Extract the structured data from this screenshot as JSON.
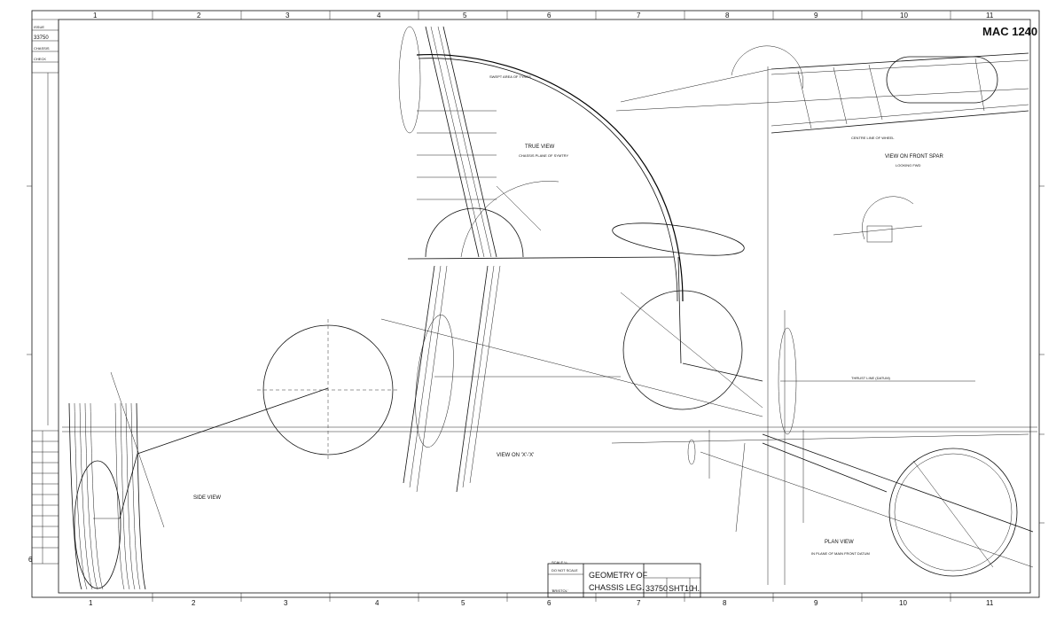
{
  "drawing_number": "MAC 1240",
  "margin_notes": {
    "top_left": [
      "ISSUE",
      "33750",
      "CHASSIS",
      "CHECK"
    ],
    "left_code": "6"
  },
  "zone_numbers_top": [
    "1",
    "2",
    "3",
    "4",
    "5",
    "6",
    "7",
    "8",
    "9",
    "10",
    "11"
  ],
  "zone_numbers_bottom": [
    "1",
    "2",
    "3",
    "4",
    "5",
    "6",
    "7",
    "8",
    "9",
    "10",
    "11"
  ],
  "views": {
    "true_view": "TRUE VIEW",
    "true_view_sub": "CHASSIS PLANE OF SYMTRY",
    "front_spar_view": "VIEW ON FRONT SPAR",
    "front_spar_sub": "LOOKING FWD",
    "side_view": "SIDE VIEW",
    "view_xx": "VIEW ON 'X'-'X'",
    "plan_view": "PLAN VIEW",
    "plan_view_sub": "IN PLANE OF MAIN FRONT DATUM"
  },
  "annotations": {
    "sweep_arc": "SWEPT AREA OF TYRES",
    "datum_line": "THRUST LINE (DATUM)",
    "centreline": "CENTRE LINE OF WHEEL",
    "scale_note": "SCALE ¼",
    "do_not_scale": "DO NOT SCALE"
  },
  "title_block": {
    "title_line1": "GEOMETRY OF",
    "title_line2": "CHASSIS LEG.",
    "number": "33750",
    "sheet": "SHT10",
    "issue": "H.",
    "stamp": "'BRISTOL'"
  }
}
